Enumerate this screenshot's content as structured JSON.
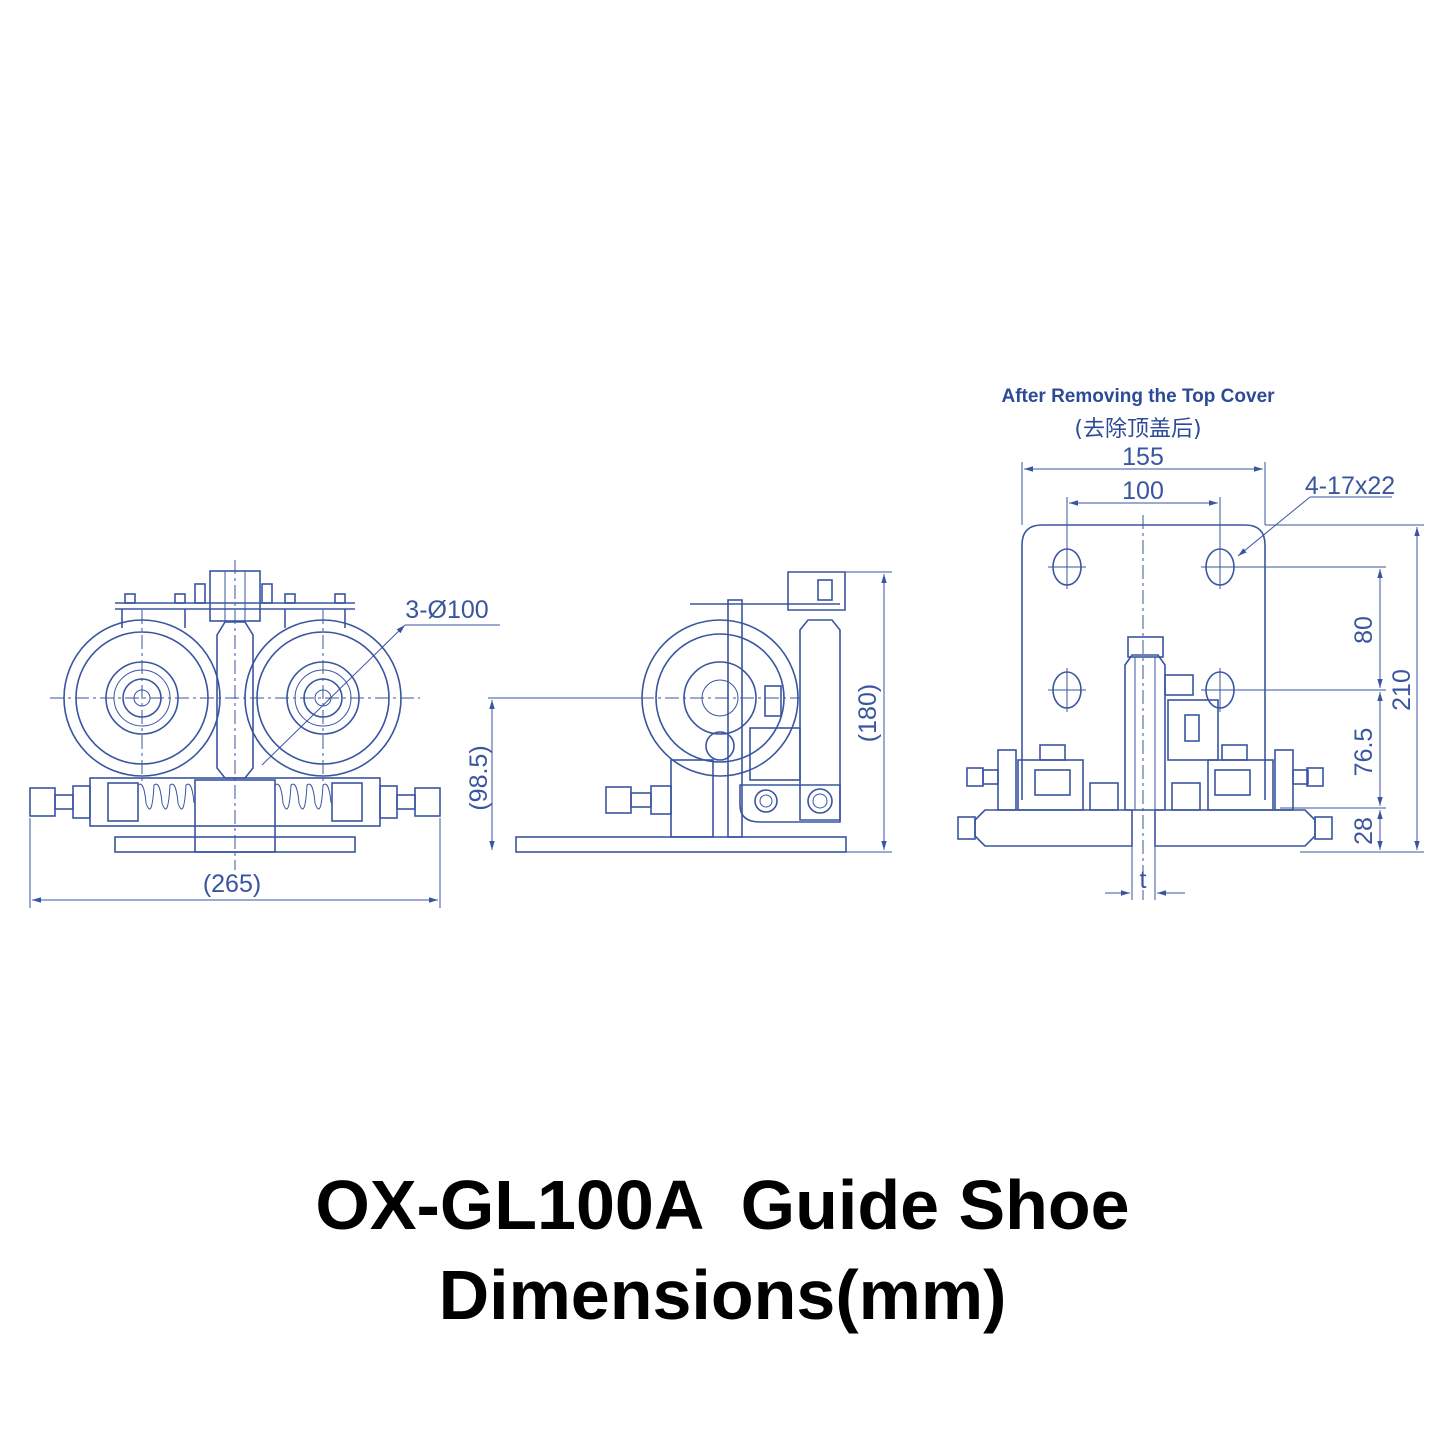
{
  "title": {
    "line1": "OX-GL100A  Guide Shoe",
    "line2": "Dimensions(mm)"
  },
  "front_view": {
    "roller_note": "3-Ø100",
    "width": "(265)"
  },
  "side_view": {
    "center_height": "(98.5)",
    "height": "(180)"
  },
  "top_view": {
    "heading": "After Removing the Top Cover",
    "heading_cn": "(去除顶盖后)",
    "width_outer": "155",
    "width_holes": "100",
    "hole_note": "4-17x22",
    "hole_spacing": "80",
    "hole_to_base": "76.5",
    "base_height": "28",
    "total_height": "210",
    "rail_thickness": "t"
  },
  "colors": {
    "line": "#3a55a0",
    "title": "#000000"
  }
}
